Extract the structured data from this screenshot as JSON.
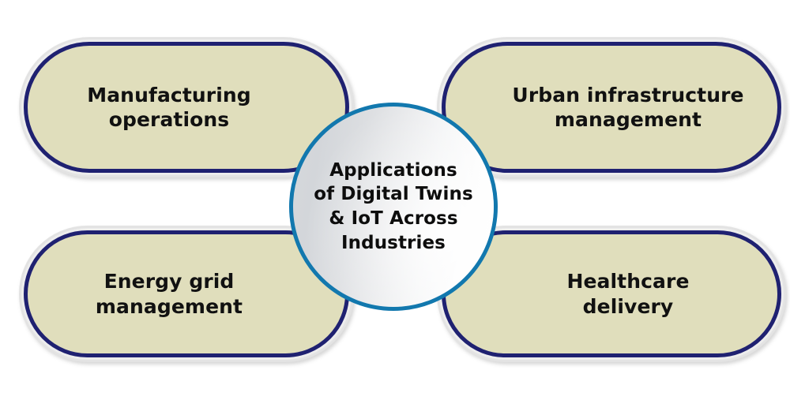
{
  "diagram": {
    "title": "Applications of Digital Twins & IoT Across Industries",
    "type": "hub-and-spoke",
    "colors": {
      "page_background": "#ffffff",
      "node_fill": "#e0debc",
      "node_border": "#1f2171",
      "node_halo": "#e3e3e3",
      "hub_border": "#1278ae",
      "hub_fill_start": "#d3d6da",
      "hub_fill_end": "#ffffff",
      "text": "#111111"
    },
    "hub": {
      "name": "center-hub",
      "label": "Applications\nof Digital Twins\n& IoT Across\nIndustries",
      "lines": [
        "Applications",
        "of Digital Twins",
        "& IoT Across",
        "Industries"
      ]
    },
    "nodes": [
      {
        "id": "manufacturing",
        "position": "top-left",
        "label": "Manufacturing\noperations",
        "lines": [
          "Manufacturing",
          "operations"
        ]
      },
      {
        "id": "urban",
        "position": "top-right",
        "label": "Urban infrastructure\nmanagement",
        "lines": [
          "Urban infrastructure",
          "management"
        ]
      },
      {
        "id": "energy",
        "position": "bottom-left",
        "label": "Energy grid\nmanagement",
        "lines": [
          "Energy grid",
          "management"
        ]
      },
      {
        "id": "healthcare",
        "position": "bottom-right",
        "label": "Healthcare\ndelivery",
        "lines": [
          "Healthcare",
          "delivery"
        ]
      }
    ]
  }
}
